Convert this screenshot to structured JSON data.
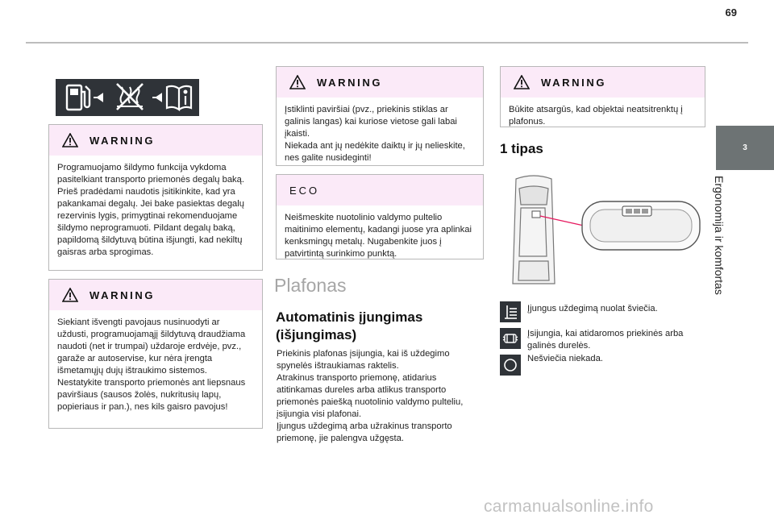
{
  "page": {
    "number": "69",
    "chapter_number": "3",
    "chapter_title": "Ergonomija ir komfortas"
  },
  "icons": {
    "fuel_strip": [
      "fuel-pump-icon",
      "arrow-right-icon",
      "heating-off-icon",
      "arrow-right-icon",
      "manual-info-icon"
    ],
    "warning": "warning-triangle-icon",
    "mode_on": "light-on-icon",
    "mode_door": "car-door-icon",
    "mode_off": "light-off-icon"
  },
  "col1": {
    "warning1": {
      "heading": "WARNING",
      "text": "Programuojamo šildymo funkcija vykdoma pasitelkiant transporto priemonės degalų baką. Prieš pradėdami naudotis įsitikinkite, kad yra pakankamai degalų. Jei bake pasiektas degalų rezervinis lygis, primygtinai rekomenduojame šildymo neprogramuoti. Pildant degalų baką, papildomą šildytuvą būtina išjungti, kad nekiltų gaisras arba sprogimas."
    },
    "warning2": {
      "heading": "WARNING",
      "text": "Siekiant išvengti pavojaus nusinuodyti ar uždusti, programuojamąjį šildytuvą draudžiama naudoti (net ir trumpai) uždaroje erdvėje, pvz., garaže ar autoservise, kur nėra įrengta išmetamųjų dujų ištraukimo sistemos. Nestatykite transporto priemonės ant liepsnaus paviršiaus (sausos žolės, nukritusių lapų, popieriaus ir pan.), nes kils gaisro pavojus!"
    }
  },
  "col2": {
    "warning": {
      "heading": "WARNING",
      "lines": [
        "Įstiklinti paviršiai (pvz., priekinis stiklas ar galinis langas) kai kuriose vietose gali labai įkaisti.",
        "Niekada ant jų nedėkite daiktų ir jų nelieskite, nes galite nusideginti!"
      ]
    },
    "eco": {
      "heading": "ECO",
      "text": "Neišmeskite nuotolinio valdymo pultelio maitinimo elementų, kadangi juose yra aplinkai kenksmingų metalų. Nugabenkite juos į patvirtintą surinkimo punktą."
    },
    "section_title": "Plafonas",
    "subsection_title": "Automatinis įjungimas (išjungimas)",
    "lines": [
      "Priekinis plafonas įsijungia, kai iš uždegimo spynelės ištraukiamas raktelis.",
      "Atrakinus transporto priemonę, atidarius atitinkamas dureles arba atlikus transporto priemonės paiešką nuotolinio valdymo pulteliu, įsijungia visi plafonai.",
      "Įjungus uždegimą arba užrakinus transporto priemonę, jie palengva užgęsta."
    ]
  },
  "col3": {
    "warning": {
      "heading": "WARNING",
      "text": "Būkite atsargūs, kad objektai neatsitrenktų į plafonus."
    },
    "type_title": "1 tipas",
    "modes": [
      {
        "icon": "light-on-icon",
        "text": "Įjungus uždegimą nuolat šviečia."
      },
      {
        "icon": "car-door-icon",
        "text": "Įsijungia, kai atidaromos priekinės arba galinės durelės."
      },
      {
        "icon": "light-off-icon",
        "text": "Nešviečia niekada."
      }
    ]
  },
  "footer": {
    "watermark": "carmanualsonline.info"
  }
}
